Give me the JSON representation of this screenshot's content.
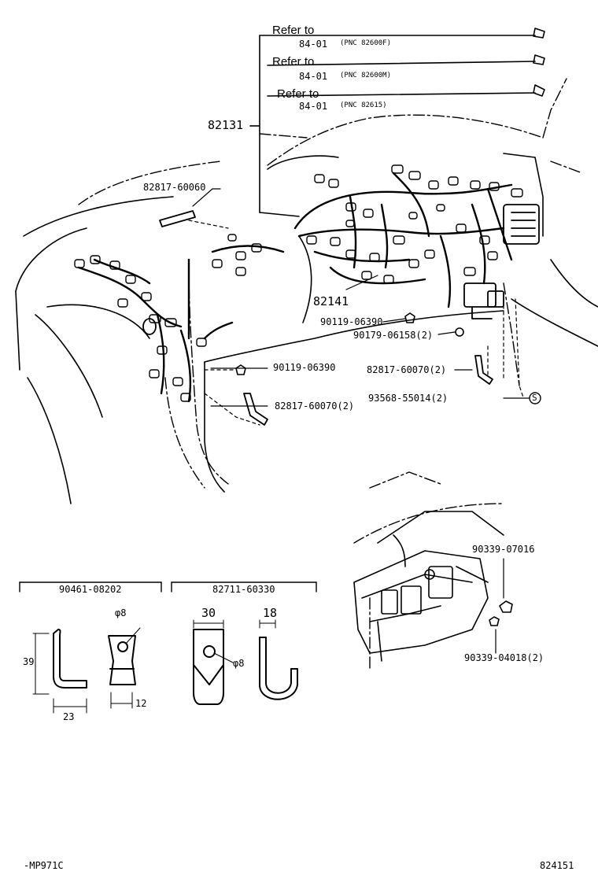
{
  "references": [
    {
      "prefix": "Refer to",
      "page": "84-01",
      "pnc": "(PNC 82600F)"
    },
    {
      "prefix": "Refer to",
      "page": "84-01",
      "pnc": "(PNC 82600M)"
    },
    {
      "prefix": "Refer to",
      "page": "84-01",
      "pnc": "(PNC 82615)"
    }
  ],
  "parts": {
    "p82131": "82131",
    "p82141": "82141",
    "p82817_60060": "82817-60060",
    "p90119_06390_a": "90119-06390",
    "p90179_06158": "90179-06158(2)",
    "p90119_06390_b": "90119-06390",
    "p82817_60070_a": "82817-60070(2)",
    "p82817_60070_b": "82817-60070(2)",
    "p93568_55014": "93568-55014(2)",
    "p90339_07016": "90339-07016",
    "p90339_04018": "90339-04018(2)"
  },
  "detail_left": {
    "part": "90461-08202",
    "dim_height": "39",
    "dim_width": "23",
    "dim_hole": "φ8",
    "dim_thick": "12"
  },
  "detail_right": {
    "part": "82711-60330",
    "dim_width": "30",
    "dim_depth": "18",
    "dim_hole": "φ8"
  },
  "symbol_s": "S",
  "footer": {
    "left": "-MP971C",
    "right": "824151"
  }
}
